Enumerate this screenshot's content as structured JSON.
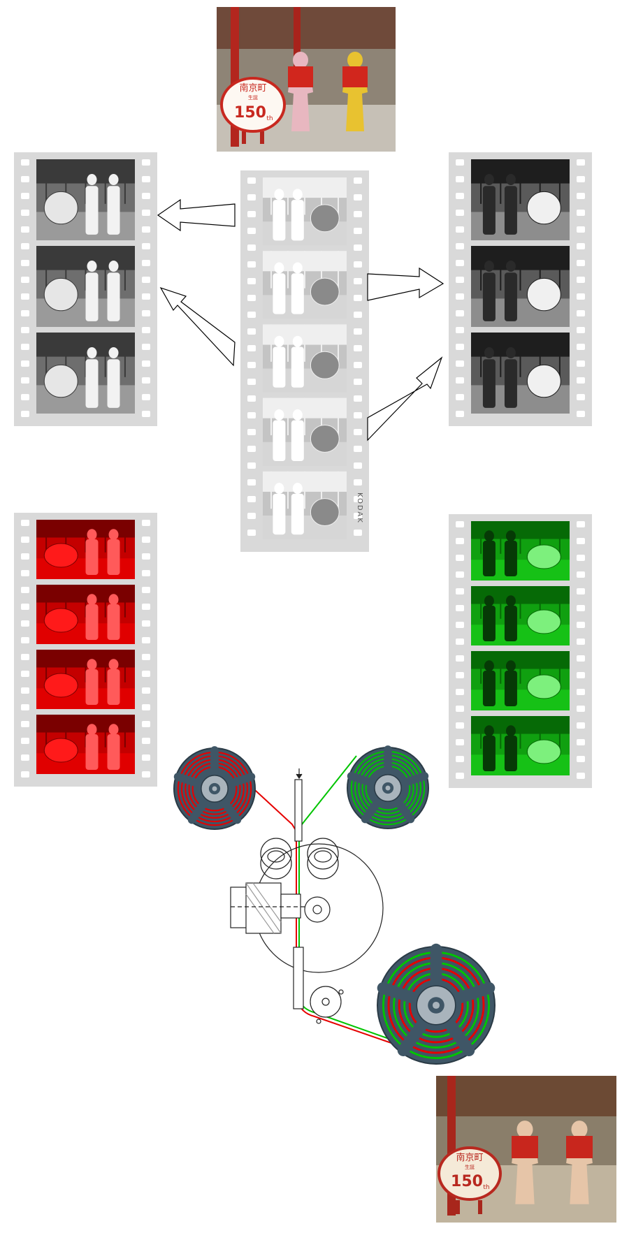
{
  "photo_top": {
    "sign_line1": "南京町",
    "sign_line2": "生誕",
    "sign_number": "150",
    "sign_suffix": "th"
  },
  "photo_bottom": {
    "sign_line1": "南京町",
    "sign_line2": "生誕",
    "sign_number": "150",
    "sign_suffix": "th"
  },
  "negative": {
    "edge_mark": "KODAK"
  },
  "colors": {
    "red_record": "#e60000",
    "green_record": "#00c400",
    "reel_body": "#3f5666",
    "reel_hub": "#a9b4bc",
    "film_base": "#d9d9d9"
  }
}
